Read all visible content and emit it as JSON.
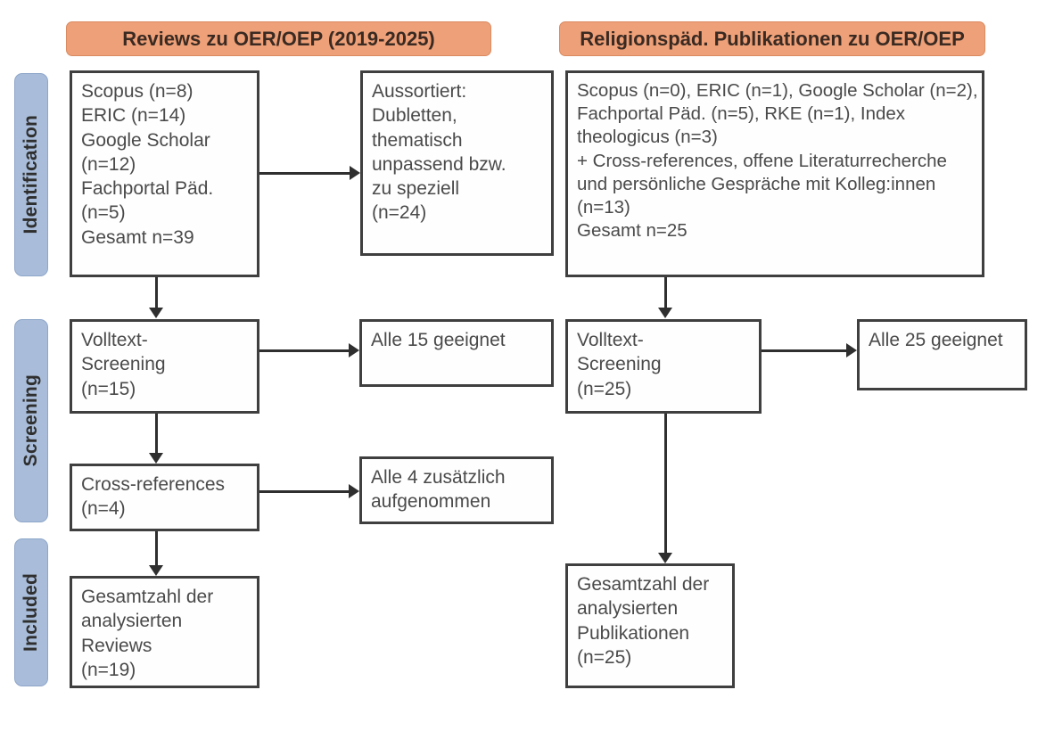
{
  "figure": {
    "type": "prisma-flow-diagram",
    "columns": [
      {
        "id": "left",
        "header": "Reviews zu OER/OEP (2019-2025)"
      },
      {
        "id": "right",
        "header": "Religionspäd. Publikationen zu OER/OEP"
      }
    ]
  },
  "stages": [
    {
      "id": "identification",
      "label": "Identification"
    },
    {
      "id": "screening",
      "label": "Screening"
    },
    {
      "id": "included",
      "label": "Included"
    }
  ],
  "colors": {
    "stage_bar": "#a9bdda",
    "header_bar": "#eea078",
    "box_border": "#3f3f3f",
    "text": "#4a4a4a",
    "connector": "#2f2f2f"
  },
  "boxes": {
    "left_sources": {
      "lines": [
        "Scopus (n=8)",
        "ERIC (n=14)",
        "Google Scholar",
        "(n=12)",
        "Fachportal Päd.",
        "(n=5)",
        "Gesamt n=39"
      ]
    },
    "left_excluded": {
      "lines": [
        "Aussortiert:",
        "Dubletten,",
        "thematisch",
        "unpassend bzw.",
        "zu speziell",
        "(n=24)"
      ]
    },
    "left_fulltext": {
      "lines": [
        "Volltext-",
        "Screening",
        "(n=15)"
      ]
    },
    "left_fulltext_result": {
      "lines": [
        "Alle 15 geeignet"
      ]
    },
    "left_crossrefs": {
      "lines": [
        "Cross-references",
        "(n=4)"
      ]
    },
    "left_crossrefs_result": {
      "lines": [
        "Alle 4 zusätzlich",
        "aufgenommen"
      ]
    },
    "left_included": {
      "lines": [
        "Gesamtzahl der",
        "analysierten",
        "Reviews",
        "(n=19)"
      ]
    },
    "right_sources": {
      "lines": [
        "Scopus (n=0), ERIC (n=1), Google Scholar (n=2),",
        "Fachportal Päd. (n=5), RKE (n=1), Index",
        "theologicus (n=3)",
        "+ Cross-references, offene Literaturrecherche",
        "und persönliche Gespräche mit Kolleg:innen",
        "(n=13)",
        "Gesamt n=25"
      ]
    },
    "right_fulltext": {
      "lines": [
        "Volltext-",
        "Screening",
        "(n=25)"
      ]
    },
    "right_fulltext_result": {
      "lines": [
        "Alle 25 geeignet"
      ]
    },
    "right_included": {
      "lines": [
        "Gesamtzahl der",
        "analysierten",
        "Publikationen",
        "(n=25)"
      ]
    }
  }
}
